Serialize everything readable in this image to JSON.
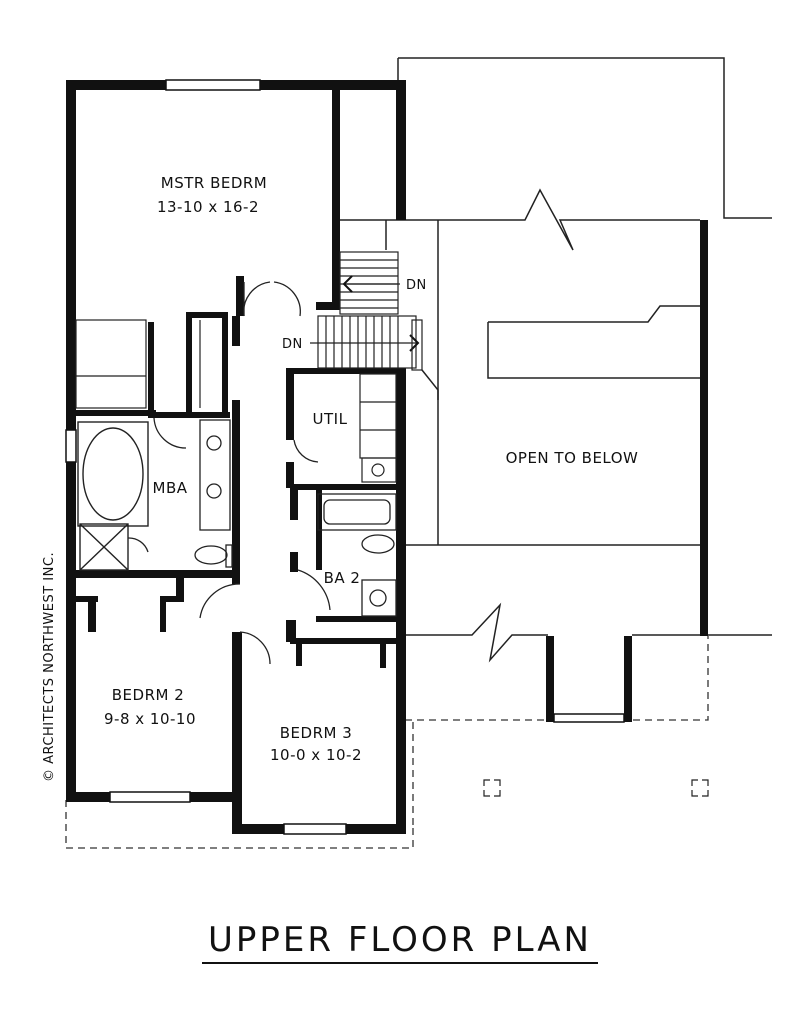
{
  "plan_title": "UPPER FLOOR PLAN",
  "copyright": "© ARCHITECTS NORTHWEST INC.",
  "rooms": {
    "master_bedroom": {
      "name": "MSTR BEDRM",
      "size": "13-10 x 16-2"
    },
    "bedroom_2": {
      "name": "BEDRM 2",
      "size": "9-8 x 10-10"
    },
    "bedroom_3": {
      "name": "BEDRM 3",
      "size": "10-0 x 10-2"
    },
    "master_bath": {
      "name": "MBA"
    },
    "bath_2": {
      "name": "BA 2"
    },
    "utility": {
      "name": "UTIL"
    },
    "open_to_below": {
      "name": "OPEN TO BELOW"
    }
  },
  "stairs": {
    "down_label_upper": "DN",
    "down_label_lower": "DN"
  }
}
